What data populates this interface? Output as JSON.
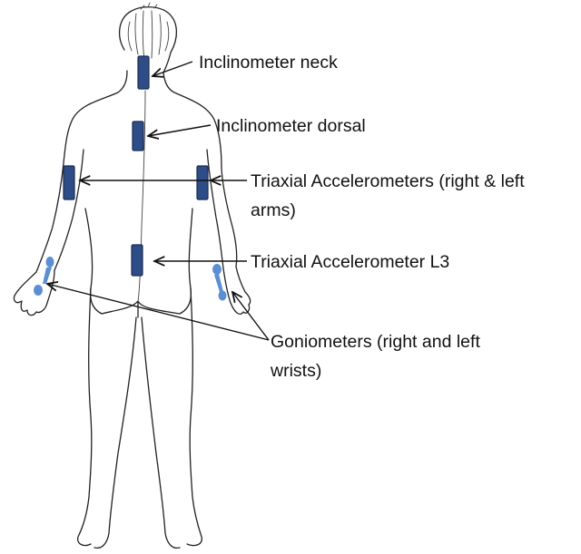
{
  "labels": {
    "neck": "Inclinometer neck",
    "dorsal": "Inclinometer dorsal",
    "arms_line1": "Triaxial Accelerometers (right & left",
    "arms_line2": "arms)",
    "l3": "Triaxial Accelerometer L3",
    "wrists_line1": "Goniometers (right and left",
    "wrists_line2": "wrists)"
  },
  "colors": {
    "sensor_fill": "#2e4c86",
    "goniometer_fill": "#5b8fd2",
    "outline": "#222222"
  }
}
